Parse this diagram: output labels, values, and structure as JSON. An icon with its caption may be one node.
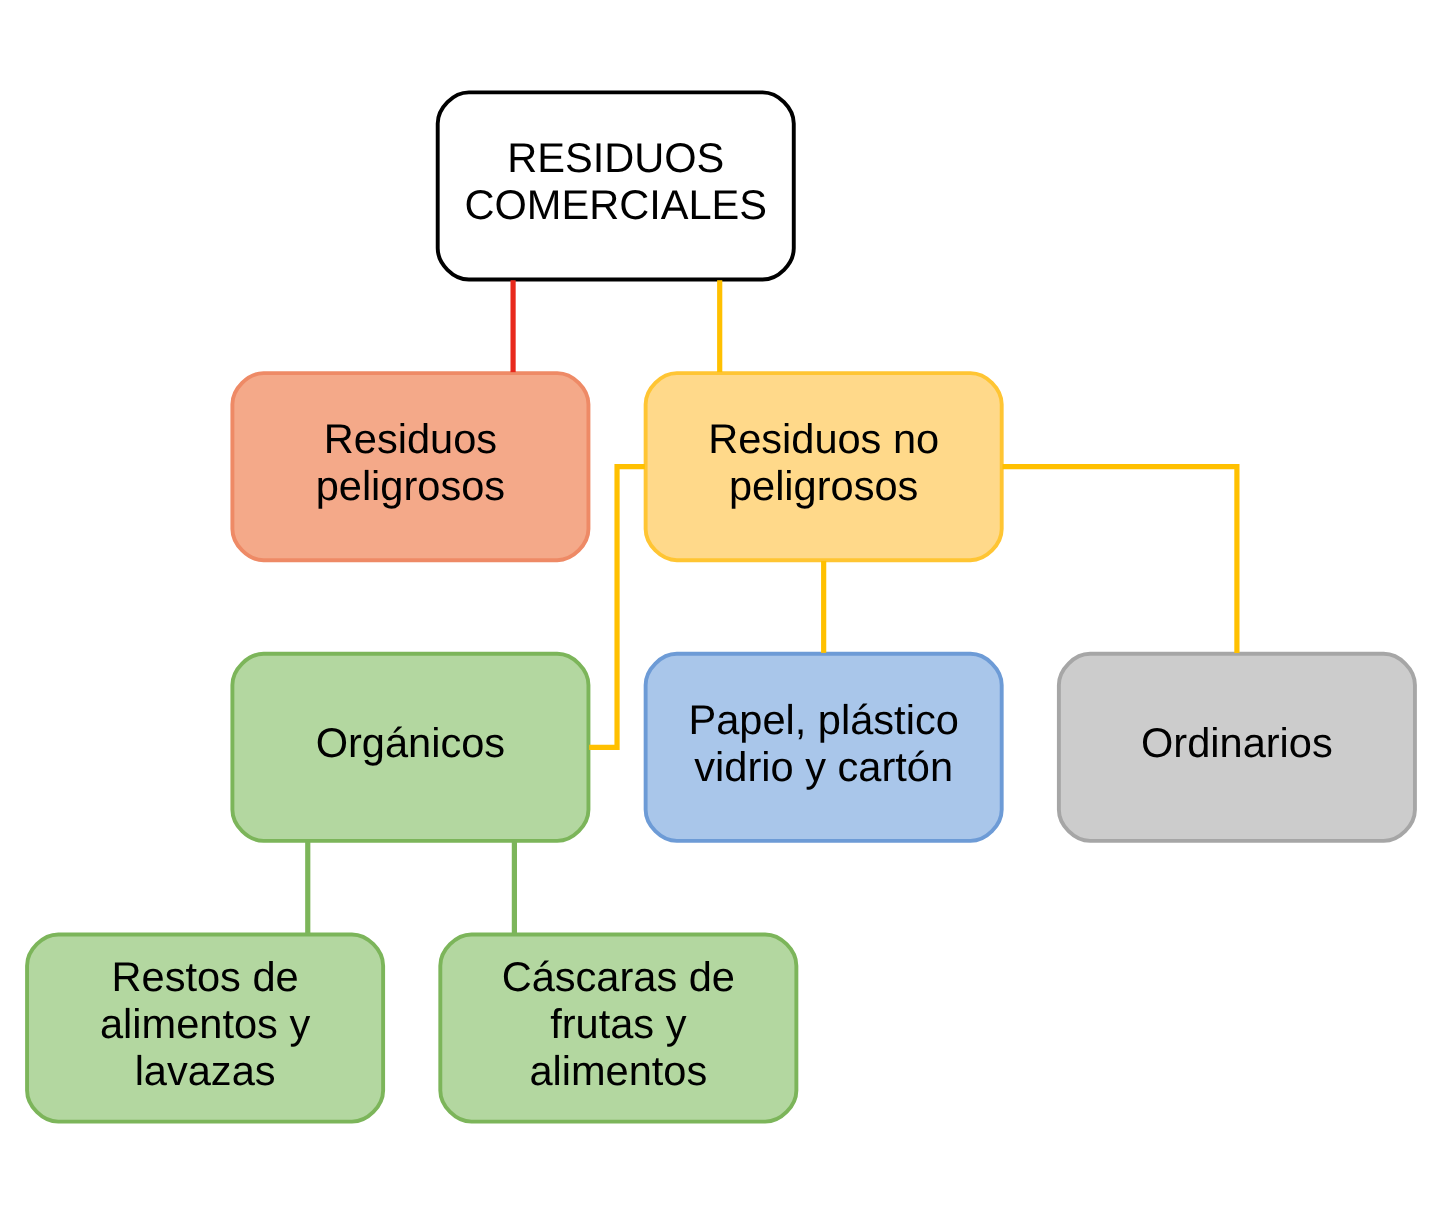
{
  "diagram": {
    "nodes": [
      {
        "text": [
          "RESIDUOS COMERCIALES"
        ]
      },
      {
        "text": [
          "Residuos peligrosos"
        ]
      },
      {
        "text": [
          "Residuos no peligrosos"
        ]
      },
      {
        "text": [
          "Orgánicos"
        ]
      },
      {
        "text": [
          "Papel, plástico vidrio y cartón"
        ]
      },
      {
        "text": [
          "Ordinarios"
        ]
      },
      {
        "text": [
          "Restos de alimentos y lavazas"
        ]
      },
      {
        "text": [
          "Cáscaras de frutas y alimentos"
        ]
      }
    ],
    "edges": [
      {
        "from": 0,
        "to": 1,
        "arrow": "none",
        "color": "#e8291c"
      },
      {
        "from": 0,
        "to": 2,
        "arrow": "none"
      },
      {
        "from": 2,
        "to": 3,
        "arrow": "none"
      },
      {
        "from": 2,
        "to": 4,
        "arrow": "none"
      },
      {
        "from": 2,
        "to": 5,
        "arrow": "none"
      },
      {
        "from": 3,
        "to": 6,
        "arrow": "none",
        "color": "#7cb55a"
      },
      {
        "from": 3,
        "to": 7,
        "arrow": "none",
        "color": "#7cb55a"
      }
    ]
  }
}
